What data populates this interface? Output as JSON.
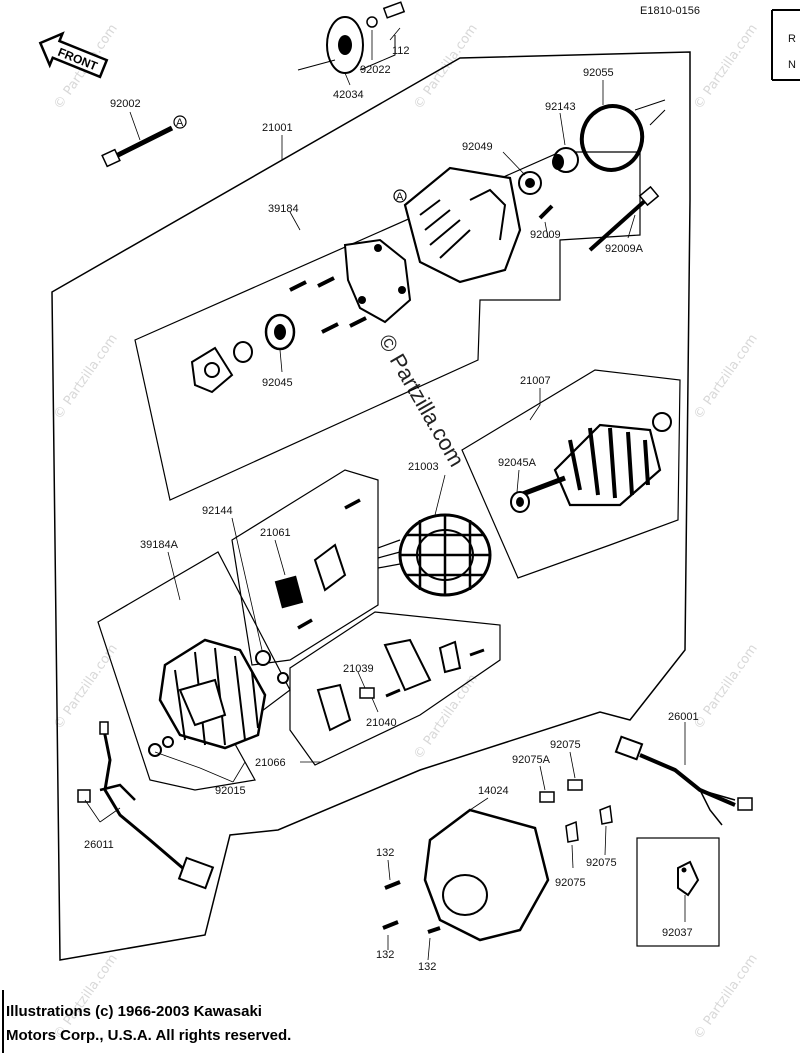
{
  "header_code": "E1810-0156",
  "corner_text": [
    "R",
    "N"
  ],
  "front_label": "FRONT",
  "ref_mark": "A",
  "watermark_main": "© Partzilla.com",
  "watermark_small": "© Partzilla.com",
  "labels": {
    "p112": "112",
    "p92022": "92022",
    "p42034": "42034",
    "p92002": "92002",
    "p21001": "21001",
    "p92055": "92055",
    "p92143": "92143",
    "p92049": "92049",
    "p39184": "39184",
    "p92009": "92009",
    "p92009A": "92009A",
    "p92045": "92045",
    "p21007": "21007",
    "p21003": "21003",
    "p92045A": "92045A",
    "p92144": "92144",
    "p21061": "21061",
    "p39184A": "39184A",
    "p21039": "21039",
    "p21040": "21040",
    "p21066": "21066",
    "p92015": "92015",
    "p26001": "26001",
    "p92075_top": "92075",
    "p92075A": "92075A",
    "p14024": "14024",
    "p26011": "26011",
    "p132_a": "132",
    "p132_b": "132",
    "p132_c": "132",
    "p92075_mid": "92075",
    "p92075_low": "92075",
    "p92037": "92037"
  },
  "copyright": {
    "line1": "Illustrations (c) 1966-2003 Kawasaki",
    "line2": "Motors Corp., U.S.A.  All rights reserved."
  }
}
